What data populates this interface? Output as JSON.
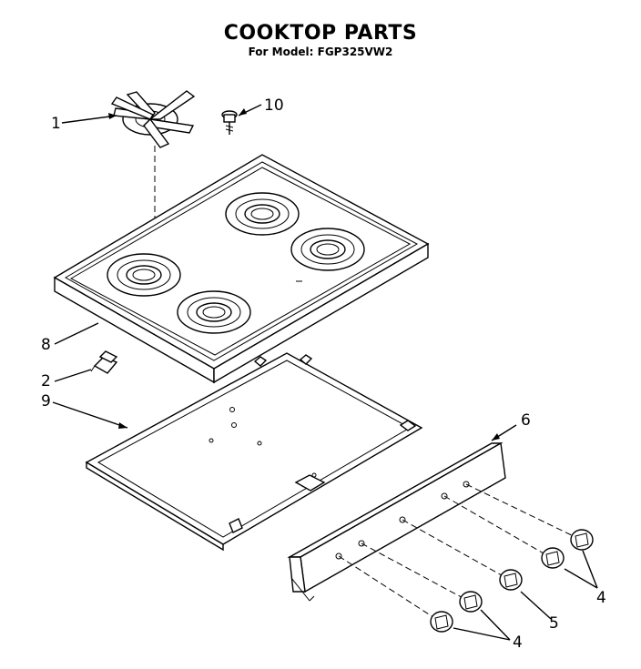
{
  "header": {
    "title": "COOKTOP PARTS",
    "subtitle": "For Model: FGP325VW2"
  },
  "callouts": [
    "1",
    "10",
    "8",
    "2",
    "9",
    "6",
    "4",
    "5",
    "4"
  ],
  "colors": {
    "ink": "#000000",
    "paper": "#ffffff"
  }
}
